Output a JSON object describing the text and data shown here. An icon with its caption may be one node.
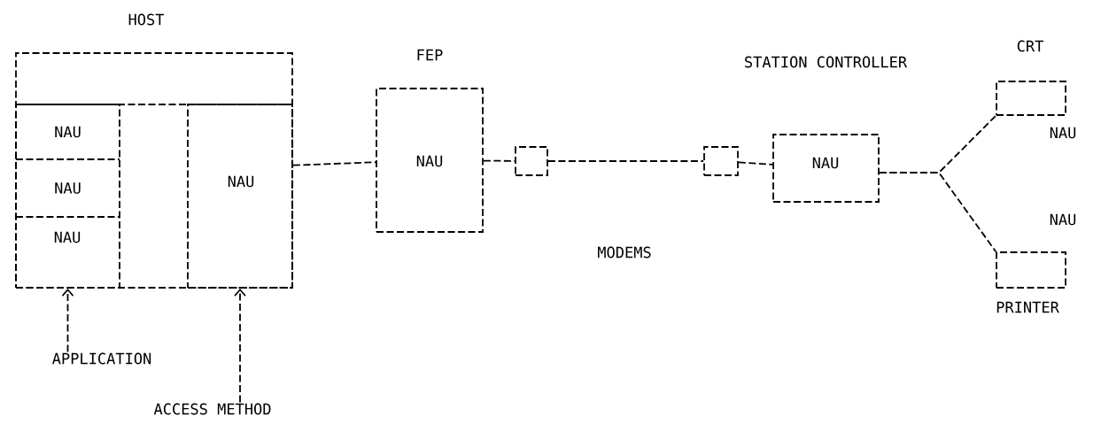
{
  "diagram": {
    "nodes": [
      {
        "text": [
          "HOST"
        ]
      },
      {
        "text": [],
        "shape": "box",
        "in": 0
      },
      {
        "text": [
          "NAU"
        ],
        "in": 1
      },
      {
        "text": [
          "NAU"
        ],
        "in": 1
      },
      {
        "text": [
          "NAU"
        ],
        "in": 1
      },
      {
        "text": [
          "NAU"
        ],
        "in": 0
      },
      {
        "text": [
          "FEP",
          "NAU"
        ]
      },
      {
        "text": [],
        "shape": "box"
      },
      {
        "text": [],
        "shape": "box"
      },
      {
        "text": [
          "STATION CONTROLLER",
          "NAU"
        ]
      },
      {
        "text": [
          "CRT"
        ],
        "beside": [
          "NAU"
        ]
      },
      {
        "text": [
          "PRINTER"
        ],
        "beside": [
          "NAU"
        ]
      },
      {
        "text": [
          "APPLICATION"
        ]
      },
      {
        "text": [
          "ACCESS METHOD"
        ]
      }
    ],
    "edges": [
      {
        "from": 0,
        "to": 6,
        "arrow": "none"
      },
      {
        "from": 6,
        "to": 7,
        "arrow": "none"
      },
      {
        "from": 7,
        "to": 8,
        "arrow": "none"
      },
      {
        "from": 8,
        "to": 9,
        "arrow": "none"
      },
      {
        "from": 9,
        "to": 10,
        "arrow": "none"
      },
      {
        "from": 9,
        "to": 11,
        "arrow": "none"
      },
      {
        "from": 12,
        "to": 1,
        "arrow": "to"
      },
      {
        "from": 13,
        "to": 5,
        "arrow": "to"
      }
    ],
    "labels": [
      "MODEMS"
    ]
  }
}
